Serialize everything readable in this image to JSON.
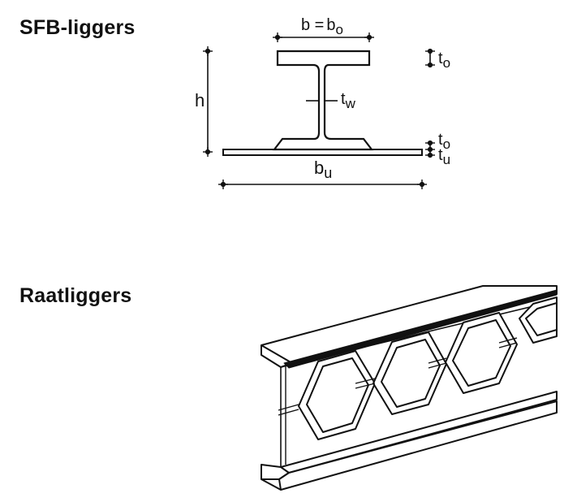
{
  "headings": {
    "sfb": "SFB-liggers",
    "raat": "Raatliggers"
  },
  "sfb_diagram": {
    "width_top_label": "b =",
    "width_top_value": "b",
    "width_top_sub": "o",
    "height_label": "h",
    "web_label": "t",
    "web_sub": "w",
    "top_flange_label": "t",
    "top_flange_sub": "o",
    "bottom_top_label": "t",
    "bottom_top_sub": "o",
    "bottom_plate_label": "t",
    "bottom_plate_sub": "u",
    "bottom_width_label": "b",
    "bottom_width_sub": "u"
  },
  "colors": {
    "ink": "#111111",
    "background": "#ffffff"
  }
}
